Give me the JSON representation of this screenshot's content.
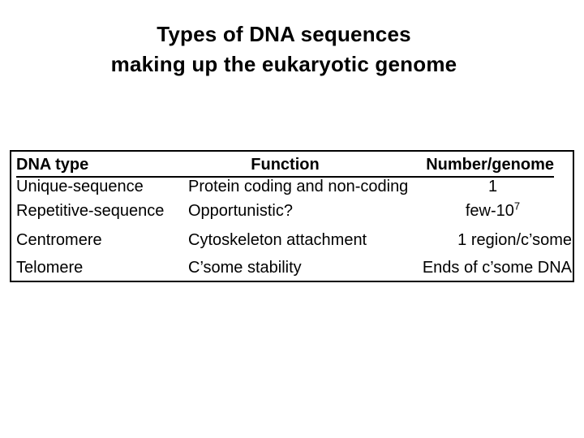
{
  "title": {
    "line1": "Types of DNA sequences",
    "line2": "making up the eukaryotic genome"
  },
  "table": {
    "headers": [
      "DNA type",
      "Function",
      "Number/genome"
    ],
    "rows": [
      {
        "dna_type": "Unique-sequence",
        "function": "Protein coding and non-coding",
        "number": "1"
      },
      {
        "dna_type": "Repetitive-sequence",
        "function": "Opportunistic?",
        "number_base": "few-10",
        "number_sup": "7"
      },
      {
        "dna_type": "Centromere",
        "function": "Cytoskeleton attachment",
        "number": "1 region/c’some"
      },
      {
        "dna_type": "Telomere",
        "function": "C’some stability",
        "number": "Ends of c’some DNA"
      }
    ]
  },
  "colors": {
    "text": "#000000",
    "background": "#ffffff",
    "table_border": "#000000"
  }
}
